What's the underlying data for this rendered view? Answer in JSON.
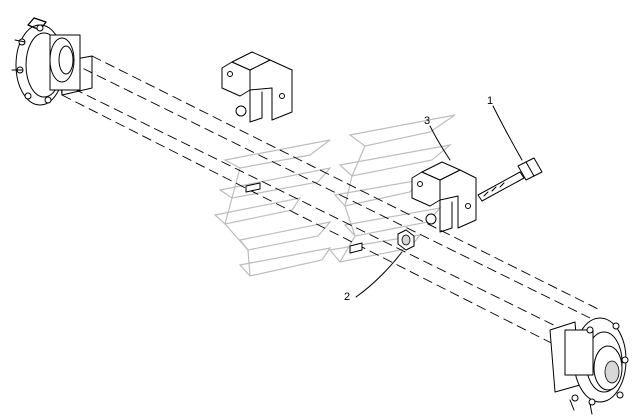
{
  "diagram": {
    "callouts": [
      {
        "label": "1",
        "part": "bolt"
      },
      {
        "label": "2",
        "part": "nut"
      },
      {
        "label": "3",
        "part": "bracket"
      }
    ]
  }
}
